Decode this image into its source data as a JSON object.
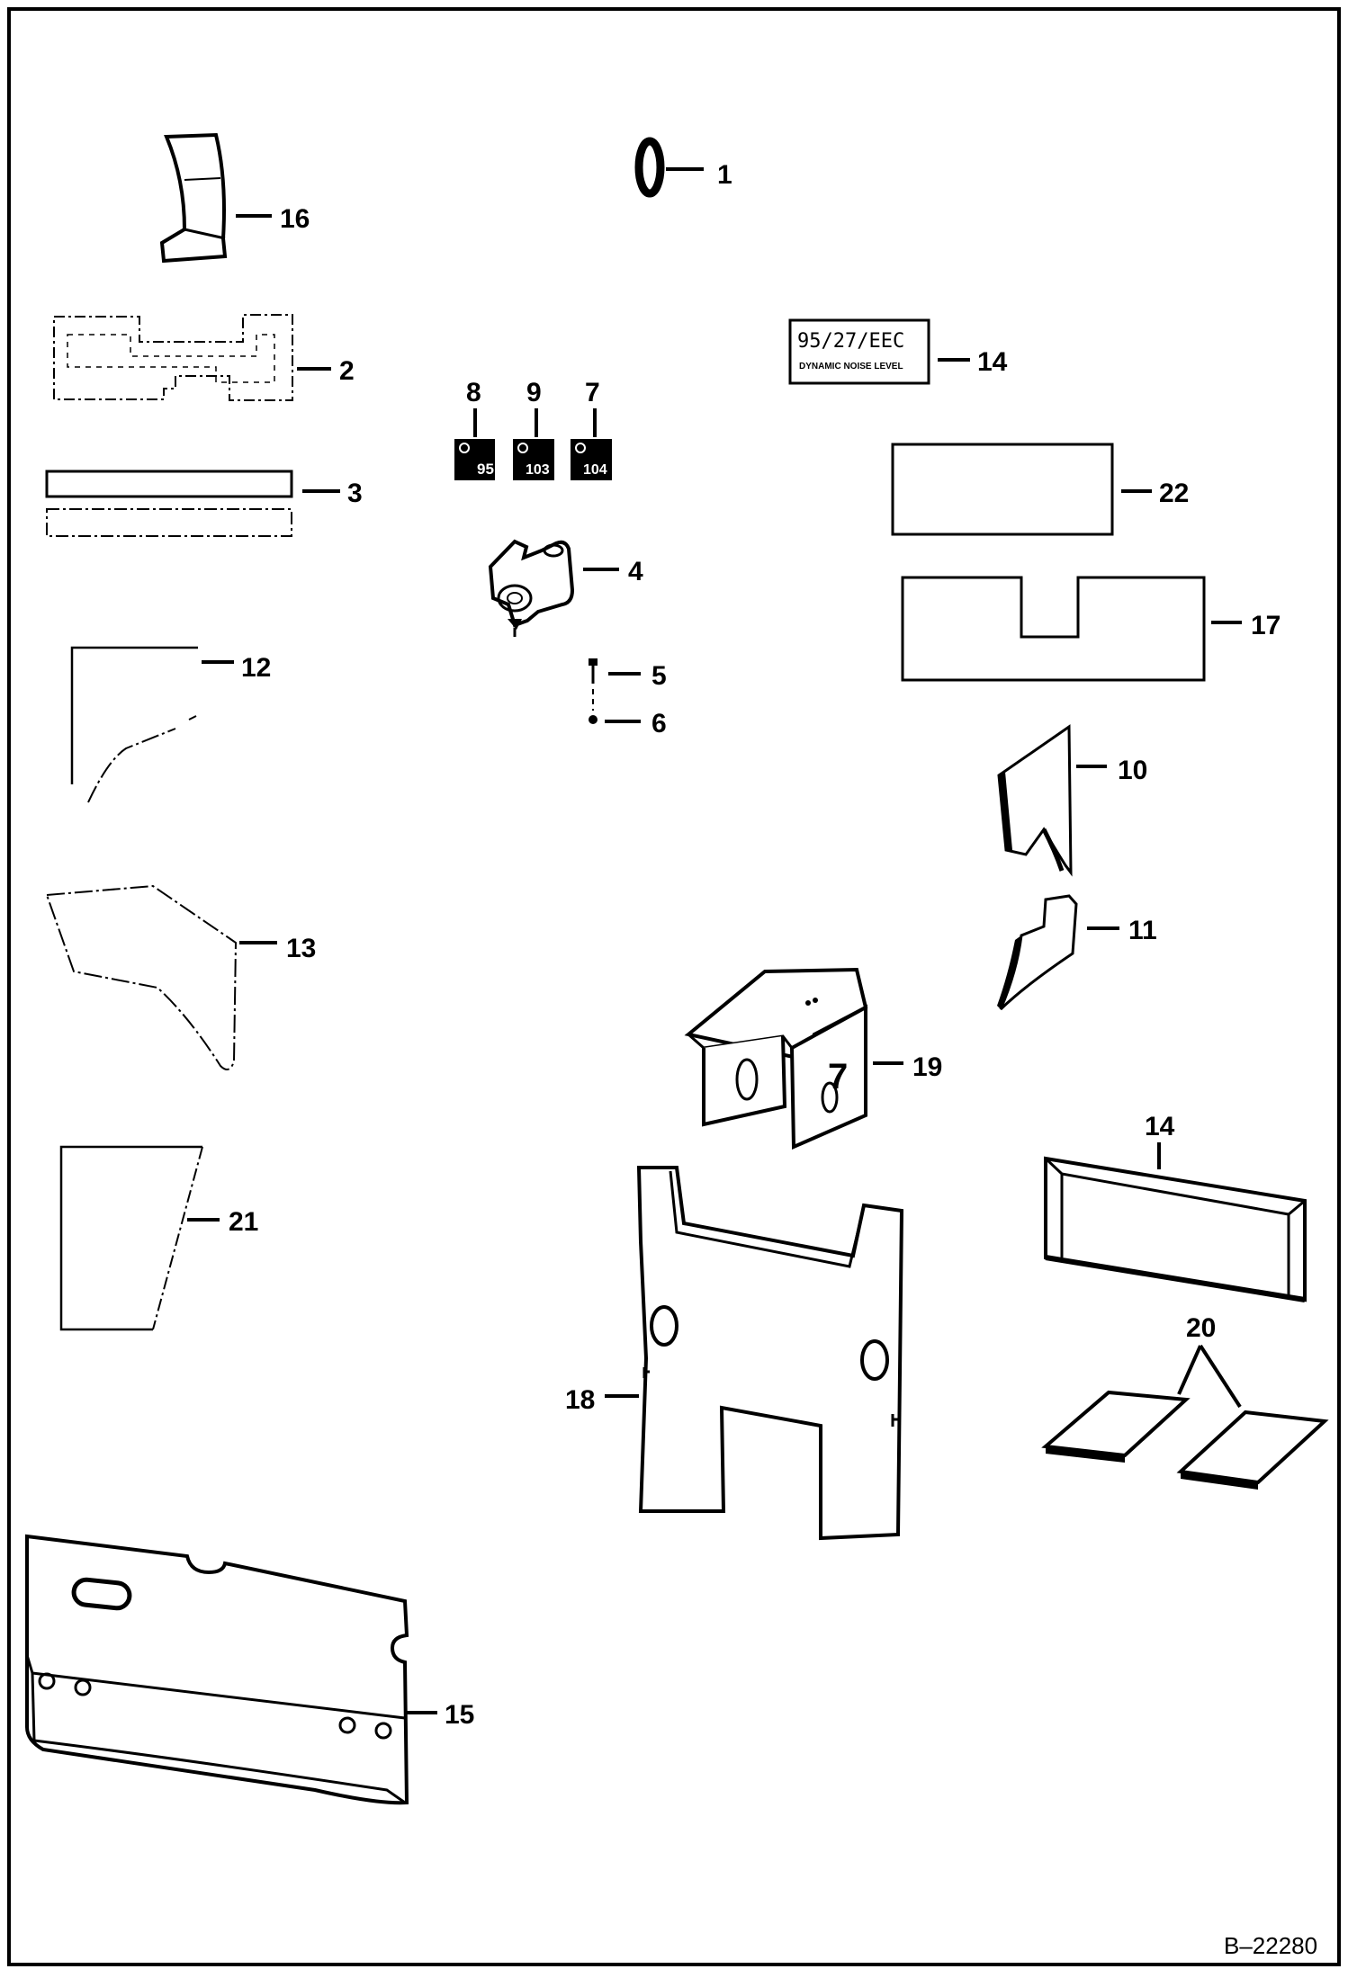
{
  "diagram": {
    "id_label": "B–22280"
  },
  "callouts": {
    "c1": "1",
    "c2": "2",
    "c3": "3",
    "c4": "4",
    "c5": "5",
    "c6": "6",
    "c7": "7",
    "c8": "8",
    "c9": "9",
    "c10": "10",
    "c11": "11",
    "c12": "12",
    "c13": "13",
    "c14a": "14",
    "c14b": "14",
    "c15": "15",
    "c16": "16",
    "c17": "17",
    "c18": "18",
    "c19": "19",
    "c20": "20",
    "c21": "21",
    "c22": "22"
  },
  "decal_14": {
    "line1": "95/27/EEC",
    "line2": "DYNAMIC NOISE LEVEL"
  },
  "noise_plates": {
    "p8": "95",
    "p9": "103",
    "p7": "104"
  },
  "part19_mark": "7"
}
